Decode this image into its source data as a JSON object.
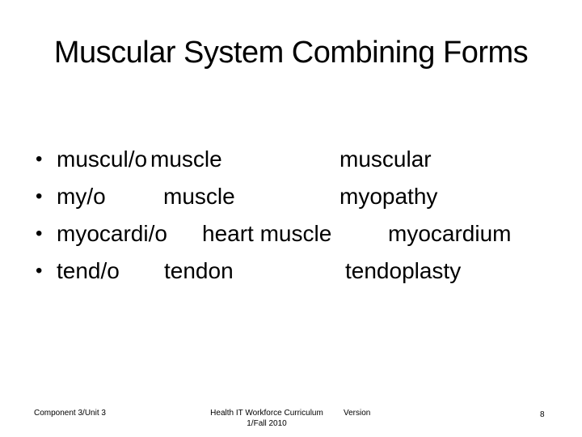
{
  "slide": {
    "title": "Muscular System Combining Forms",
    "bullet_char": "•",
    "bullets": [
      {
        "form": "muscul/o",
        "meaning": "muscle",
        "term": "muscular"
      },
      {
        "form": "my/o",
        "meaning": "muscle",
        "term": "myopathy"
      },
      {
        "form": "myocardi/o",
        "meaning": "heart muscle",
        "term": "myocardium"
      },
      {
        "form": "tend/o",
        "meaning": "tendon",
        "term": "tendoplasty"
      }
    ],
    "footer": {
      "left": "Component 3/Unit 3",
      "center_line1": "Health IT Workforce Curriculum",
      "center_line2": "1/Fall 2010",
      "version_label": "Version",
      "page_number": "8"
    },
    "colors": {
      "background": "#ffffff",
      "text": "#000000"
    }
  }
}
